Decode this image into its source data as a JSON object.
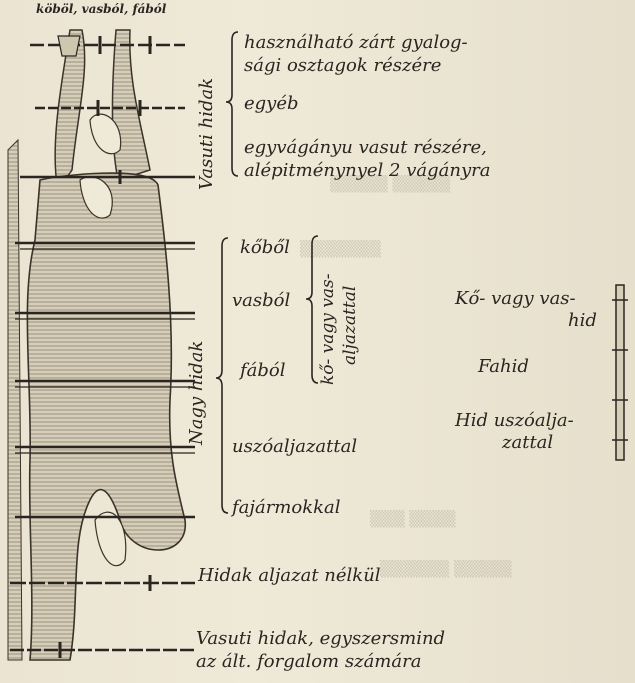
{
  "map_title": "köböl, vasból, fából",
  "rail_group": {
    "vertical_label": "Vasuti hidak",
    "item1_line1": "használható zárt gyalog-",
    "item1_line2": "sági osztagok részére",
    "item2": "egyéb",
    "item3_line1": "egyvágányu vasut részére,",
    "item3_line2": "alépitménynyel 2 vágányra"
  },
  "large_group": {
    "vertical_label": "Nagy hidak",
    "kobol": "kőből",
    "vasbol": "vasból",
    "fabol": "fából",
    "sub_vertical_line1": "kő- vagy vas-",
    "sub_vertical_line2": "aljazattal",
    "uszo": "uszóaljazattal",
    "fajarmu": "fajármokkal"
  },
  "right_legend": {
    "ko_line1": "Kő- vagy vas-",
    "ko_line2": "hid",
    "fahid": "Fahid",
    "uszo_line1": "Hid uszóalja-",
    "uszo_line2": "zattal"
  },
  "no_base": "Hidak aljazat nélkül",
  "general_line1": "Vasuti hidak, egyszersmind",
  "general_line2": "az ált. forgalom számára",
  "colors": {
    "paper": "#ece5d3",
    "ink": "#2a2520",
    "river_fill": "#d9d1bd"
  }
}
